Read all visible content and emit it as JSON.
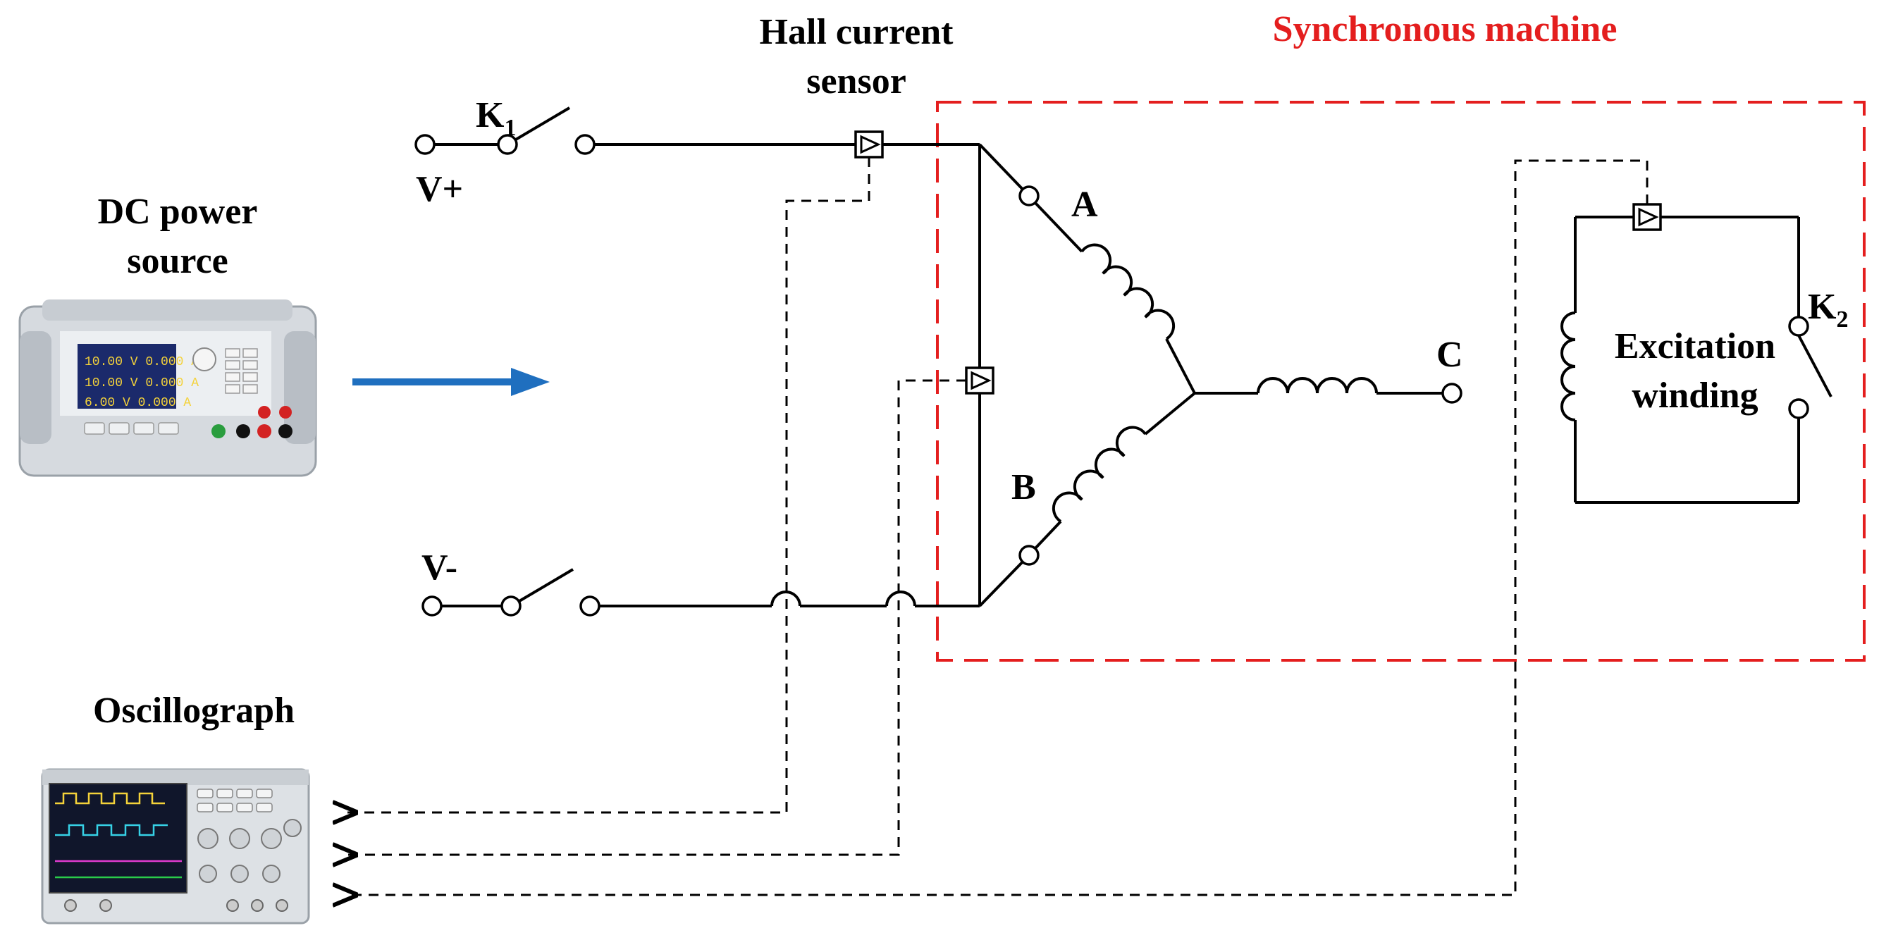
{
  "labels": {
    "hall_sensor_line1": "Hall current",
    "hall_sensor_line2": "sensor",
    "synchronous_machine": "Synchronous machine",
    "dc_power_line1": "DC power",
    "dc_power_line2": "source",
    "oscillograph": "Oscillograph",
    "k1": "K",
    "k1_sub": "1",
    "k2": "K",
    "k2_sub": "2",
    "v_plus": "V+",
    "v_minus": "V-",
    "phase_a": "A",
    "phase_b": "B",
    "phase_c": "C",
    "excitation_line1": "Excitation",
    "excitation_line2": "winding"
  },
  "power_supply_display": {
    "rows": [
      "10.00 V  0.000 A",
      "10.00 V  0.000 A",
      "6.00 V  0.000 A"
    ]
  },
  "colors": {
    "machine_boundary": "#e41e1e",
    "arrow": "#1f6fbf",
    "wire": "#000000"
  },
  "icons": {
    "dc_power_source": "bench-power-supply-icon",
    "oscillograph": "oscilloscope-icon"
  }
}
